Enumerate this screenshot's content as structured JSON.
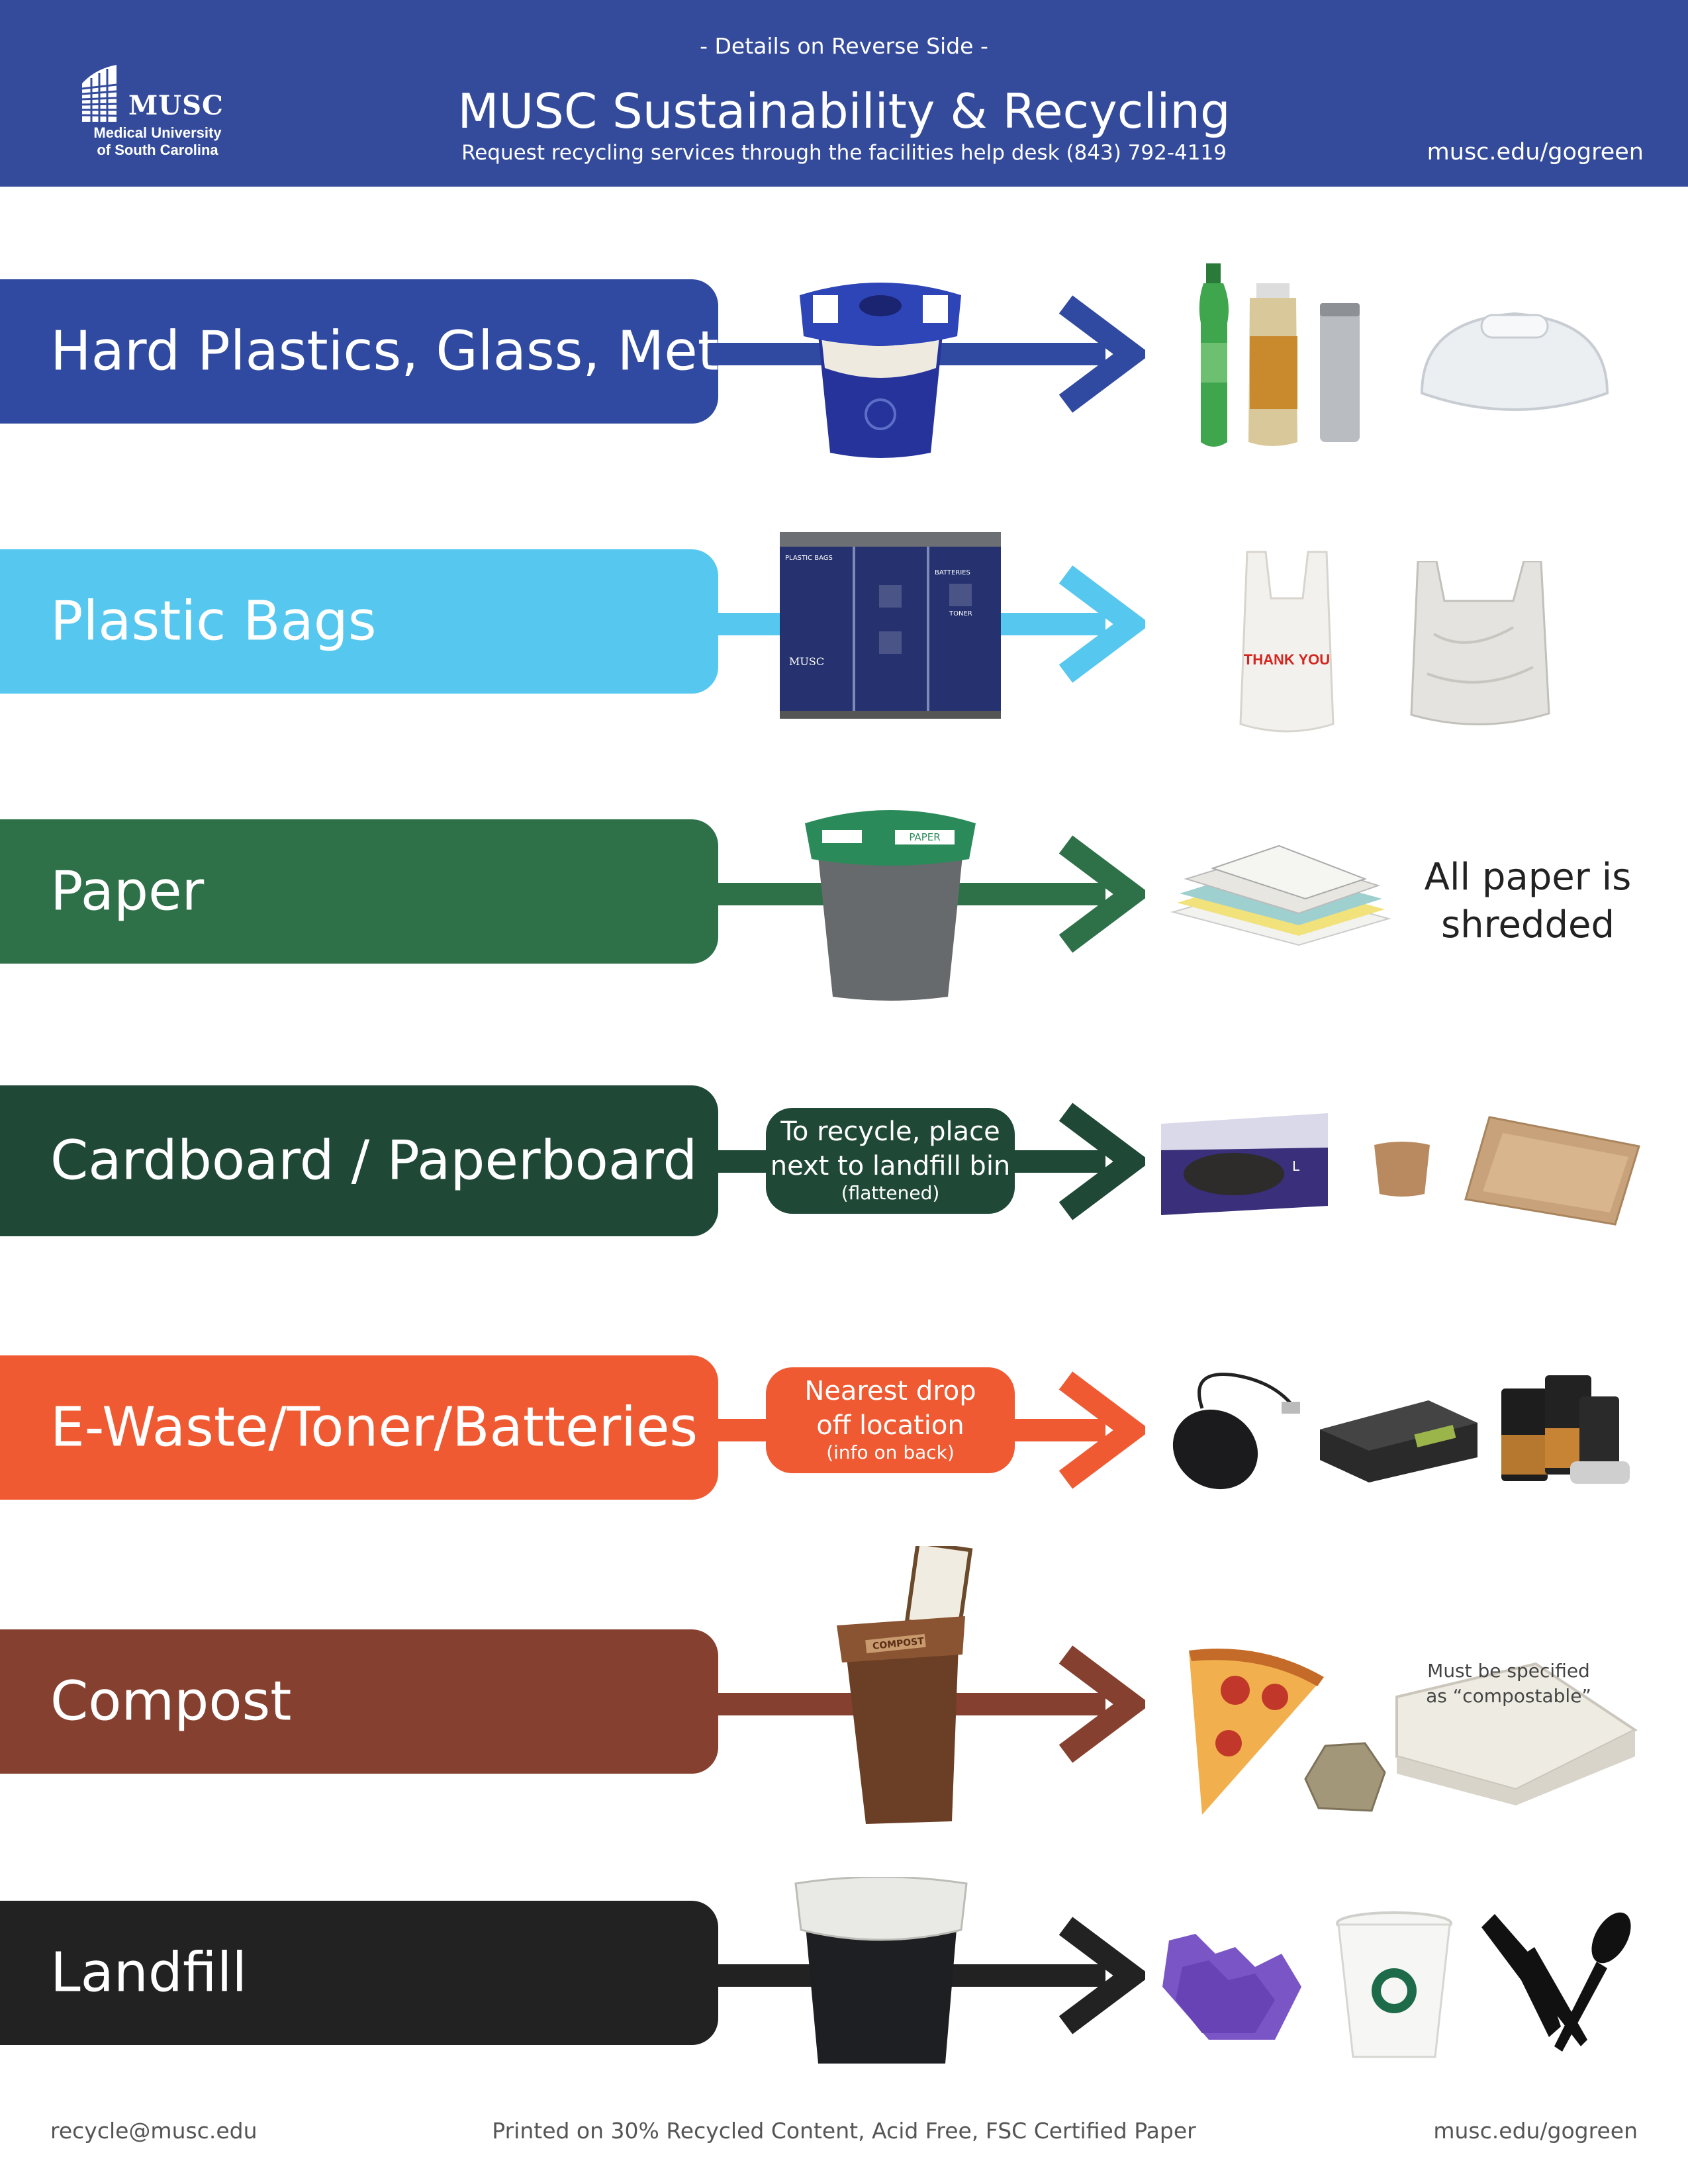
{
  "header": {
    "details": "- Details on Reverse Side -",
    "title": "MUSC Sustainability & Recycling",
    "subtitle": "Request recycling services  through the facilities help desk (843) 792-4119",
    "url": "musc.edu/gogreen",
    "logo": {
      "name": "MUSC",
      "line1": "Medical University",
      "line2": "of South Carolina"
    }
  },
  "rows": [
    {
      "label": "Hard Plastics, Glass, Metal",
      "color": "#2f4aa0"
    },
    {
      "label": "Plastic Bags",
      "color": "#56c7ee"
    },
    {
      "label": "Paper",
      "color": "#2e7148",
      "caption_line1": "All paper is",
      "caption_line2": "shredded"
    },
    {
      "label": "Cardboard / Paperboard",
      "color": "#1f4936",
      "note_line1": "To recycle, place",
      "note_line2": "next to landfill bin",
      "note_small": "(flattened)"
    },
    {
      "label": "E-Waste/Toner/Batteries",
      "color": "#ef5a32",
      "note_line1": "Nearest drop",
      "note_line2": "off location",
      "note_small": "(info on back)"
    },
    {
      "label": "Compost",
      "color": "#85402f",
      "caption_line1": "Must be specified",
      "caption_line2": "as “compostable”"
    },
    {
      "label": "Landfill",
      "color": "#222222"
    }
  ],
  "bin_labels": {
    "bags_station": [
      "PLASTIC BAGS",
      "BATTERIES",
      "TONER",
      "MUSC"
    ],
    "paper_lid": "PAPER",
    "compost_lid": "COMPOST",
    "plastic_bag_print": "THANK YOU",
    "gloves_box_size": "L"
  },
  "footer": {
    "left": "recycle@musc.edu",
    "center": "Printed on 30% Recycled Content, Acid Free, FSC Certified Paper",
    "right": "musc.edu/gogreen"
  }
}
